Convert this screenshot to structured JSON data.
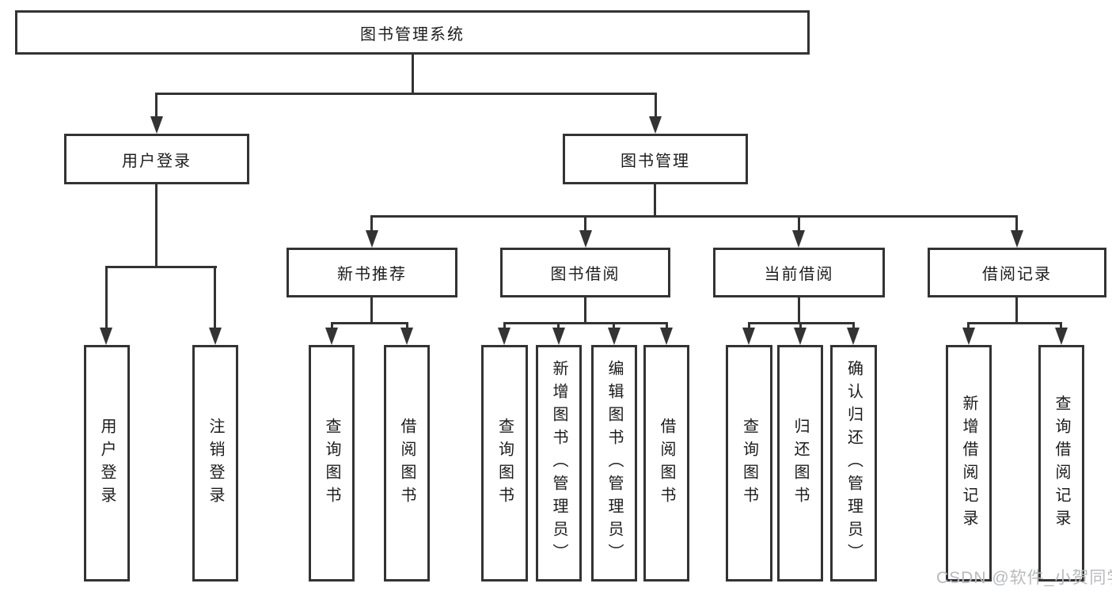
{
  "tree": {
    "root_label": "图书管理系统",
    "branches": [
      {
        "label": "用户登录",
        "leaves": [
          "用户登录",
          "注销登录"
        ]
      },
      {
        "label": "图书管理",
        "groups": [
          {
            "label": "新书推荐",
            "leaves": [
              "查询图书",
              "借阅图书"
            ]
          },
          {
            "label": "图书借阅",
            "leaves": [
              "查询图书",
              "新增图书（管理员）",
              "编辑图书（管理员）",
              "借阅图书"
            ]
          },
          {
            "label": "当前借阅",
            "leaves": [
              "查询图书",
              "归还图书",
              "确认归还（管理员）"
            ]
          },
          {
            "label": "借阅记录",
            "leaves": [
              "新增借阅记录",
              "查询借阅记录"
            ]
          }
        ]
      }
    ]
  },
  "watermark": {
    "text": "CSDN @软件_小贺同学"
  },
  "colors": {
    "line": "#333333",
    "background": "#ffffff",
    "watermark": "#b7babd",
    "text": "#1c1c1c"
  }
}
